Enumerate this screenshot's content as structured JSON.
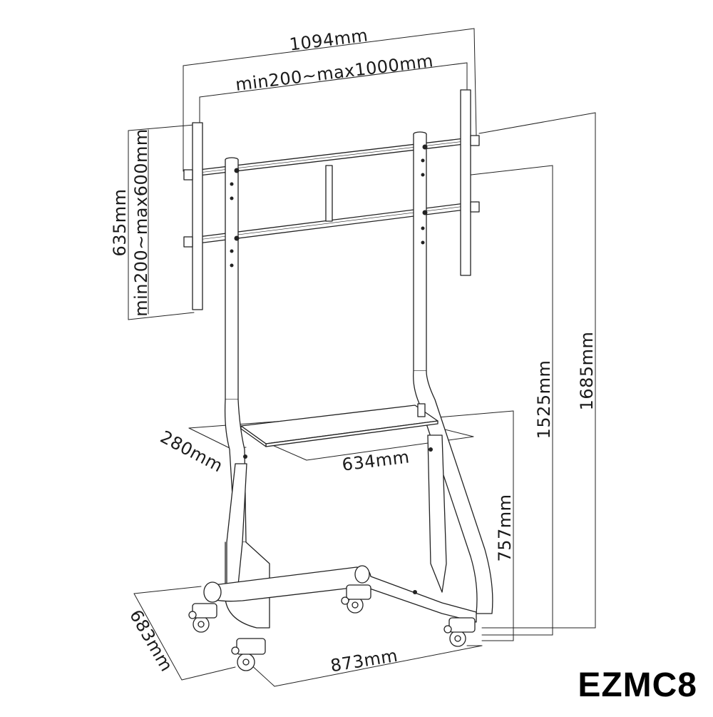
{
  "model_code": "EZMC8",
  "dimensions": {
    "overall_width": "1094mm",
    "vesa_width": "min200~max1000mm",
    "overall_height_bracket": "635mm",
    "vesa_height": "min200~max600mm",
    "total_height": "1685mm",
    "max_screen_center_height": "1525mm",
    "shelf_height": "757mm",
    "shelf_depth": "280mm",
    "shelf_width": "634mm",
    "base_depth": "683mm",
    "base_width": "873mm"
  },
  "colors": {
    "line": "#222222",
    "text": "#1a1a1a"
  }
}
